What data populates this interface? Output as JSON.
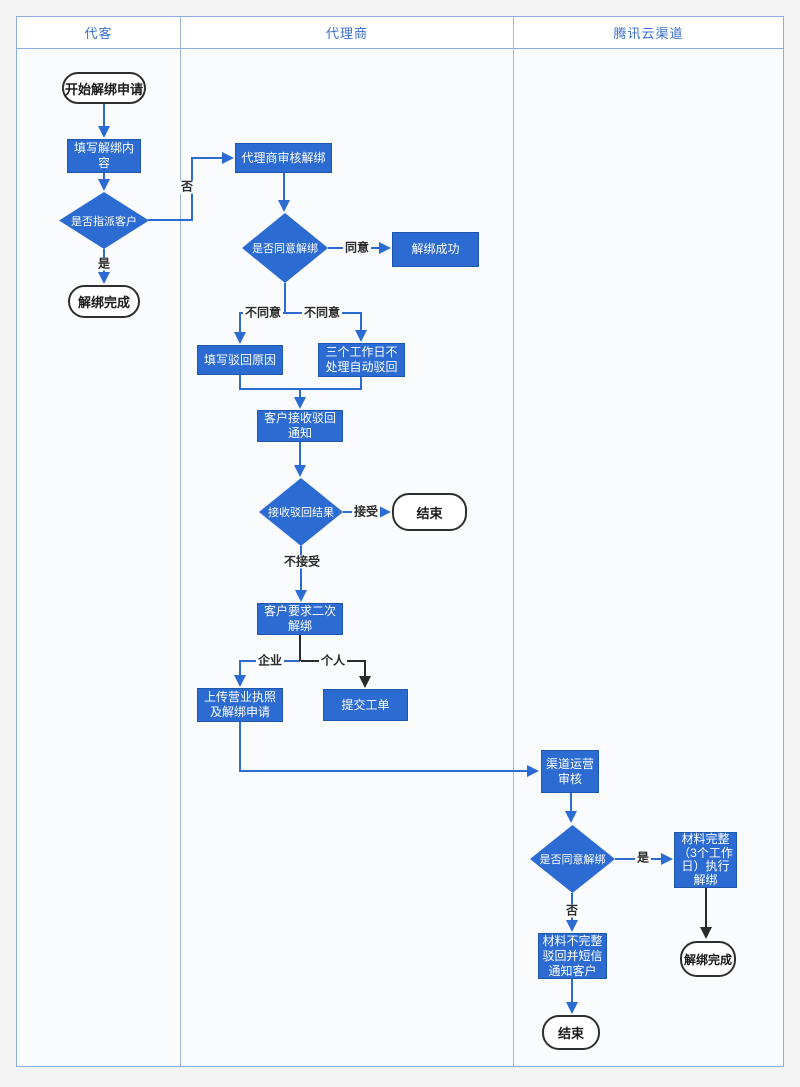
{
  "lanes": {
    "customer": "代客",
    "agent": "代理商",
    "tencent_channel": "腾讯云渠道"
  },
  "nodes": {
    "start": "开始解绑申请",
    "fill_unbind_content": "填写解绑内容",
    "assign_customer_decision": "是否指派客户",
    "unbind_done_customer": "解绑完成",
    "agent_review_unbind": "代理商审核解绑",
    "agent_agree_decision": "是否同意解绑",
    "unbind_success": "解绑成功",
    "fill_reject_reason": "填写驳回原因",
    "auto_reject_3days": "三个工作日不处理自动驳回",
    "customer_receive_reject_notice": "客户接收驳回通知",
    "receive_reject_result_decision": "接收驳回结果",
    "end_agent": "结束",
    "customer_second_unbind": "客户要求二次解绑",
    "upload_license": "上传营业执照及解绑申请",
    "submit_ticket": "提交工单",
    "channel_ops_review": "渠道运营审核",
    "channel_agree_decision": "是否同意解绑",
    "material_complete_execute": "材料完整（3个工作日）执行解绑",
    "unbind_done_channel": "解绑完成",
    "material_incomplete_reject": "材料不完整驳回并短信通知客户",
    "end_channel": "结束"
  },
  "edge_labels": {
    "no_assign": "否",
    "yes_assign": "是",
    "agree": "同意",
    "disagree_left": "不同意",
    "disagree_right": "不同意",
    "accept": "接受",
    "not_accept": "不接受",
    "enterprise": "企业",
    "personal": "个人",
    "yes_channel": "是",
    "no_channel": "否"
  },
  "colors": {
    "node_fill": "#2c6bd1",
    "node_border": "#1f57ad",
    "arrow_blue": "#2c6bd1",
    "arrow_black": "#2b2b2b",
    "lane_border": "#8aaede",
    "header_text": "#3a70c9",
    "canvas_background": "#fafbfc",
    "page_background": "#f4f4f5"
  }
}
